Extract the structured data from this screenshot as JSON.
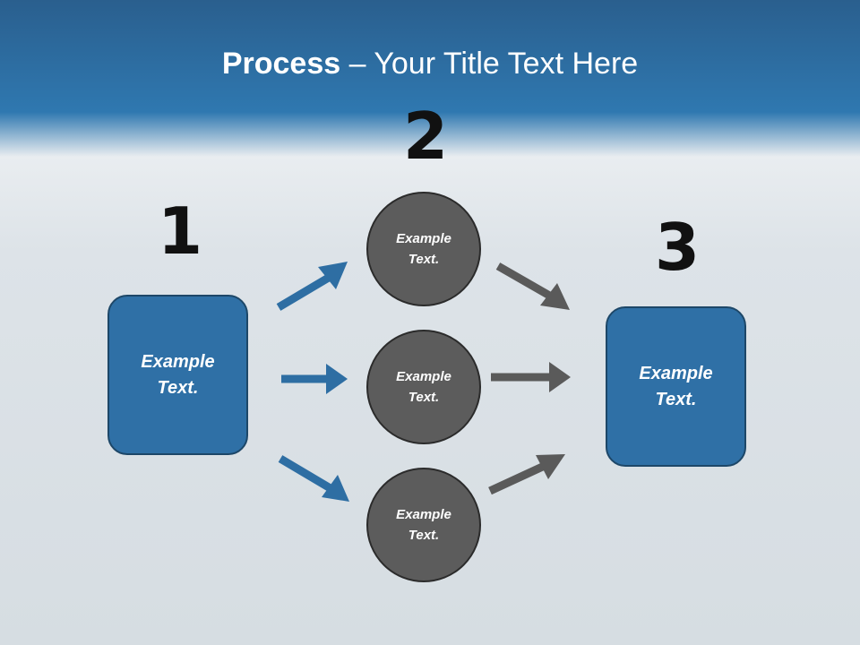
{
  "title": {
    "bold": "Process",
    "rest": " – Your Title Text Here"
  },
  "steps": {
    "one": "1",
    "two": "2",
    "three": "3"
  },
  "left_box": {
    "line1": "Example",
    "line2": "Text."
  },
  "right_box": {
    "line1": "Example",
    "line2": "Text."
  },
  "circles": [
    {
      "line1": "Example",
      "line2": "Text."
    },
    {
      "line1": "Example",
      "line2": "Text."
    },
    {
      "line1": "Example",
      "line2": "Text."
    }
  ],
  "colors": {
    "header": "#2f78b0",
    "box": "#2f70a6",
    "circle": "#5c5c5c",
    "blue_arrow": "#2e6ea3",
    "grey_arrow": "#5a5a5a"
  }
}
